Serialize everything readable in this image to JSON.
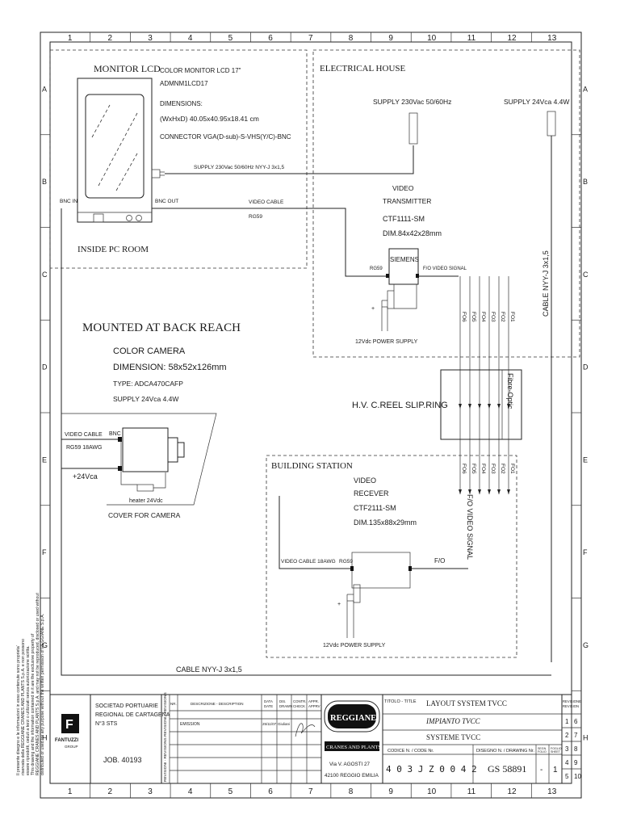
{
  "grid": {
    "columns": [
      "1",
      "2",
      "3",
      "4",
      "5",
      "6",
      "7",
      "8",
      "9",
      "10",
      "11",
      "12",
      "13"
    ],
    "rows": [
      "A",
      "B",
      "C",
      "D",
      "E",
      "F",
      "G",
      "H"
    ]
  },
  "monitor": {
    "title": "MONITOR LCD",
    "desc": [
      "COLOR MONITOR LCD 17\"",
      "ADMNM1LCD17",
      "DIMENSIONS:",
      "(WxHxD) 40.05x40.95x18.41 cm",
      "CONNECTOR VGA(D-sub)-S-VHS(Y/C)-BNC"
    ],
    "supply": "SUPPLY 230Vac 50/60Hz NYY-J 3x1,5",
    "bnc_in": "BNC IN",
    "bnc_out": "BNC OUT",
    "room": "INSIDE PC ROOM"
  },
  "electrical_house": {
    "title": "ELECTRICAL HOUSE",
    "supply_230": "SUPPLY 230Vac 50/60Hz",
    "supply_24": "SUPPLY 24Vca 4.4W",
    "video_cable": "VIDEO CABLE",
    "rg59": "RG59",
    "transmitter": [
      "VIDEO",
      "TRANSMITTER",
      "CTF1111-SM",
      "DIM.84x42x28mm"
    ],
    "siemens": "SIEMENS",
    "rg59_b": "RG59",
    "fo_video": "F/O VIDEO SIGNAL",
    "power": "12Vdc POWER SUPPLY",
    "fibres": [
      "FO6",
      "FO5",
      "FO4",
      "FO3",
      "FO2",
      "FO1"
    ],
    "cable_vert": "CABLE NYY-J 3x1,5"
  },
  "camera": {
    "title": "MOUNTED AT BACK REACH",
    "desc": [
      "COLOR CAMERA",
      "DIMENSION: 58x52x126mm",
      "TYPE: ADCA470CAFP",
      "SUPPLY 24Vca 4.4W"
    ],
    "video_cable": "VIDEO CABLE",
    "rg59": "RG59 18AWG",
    "bnc": "BNC",
    "supply": "+24Vca",
    "heater": "heater 24Vdc",
    "cover": "COVER FOR CAMERA"
  },
  "slipring": {
    "label": "H.V. C.REEL SLIP.RING",
    "fibre": "Fibre-Optic"
  },
  "building": {
    "title": "BUILDING STATION",
    "receiver": [
      "VIDEO",
      "RECEVER",
      "CTF2111-SM",
      "DIM.135x88x29mm"
    ],
    "video_cable": "VIDEO CABLE 18AWG",
    "rg59": "RG59",
    "fo": "F/O",
    "fo_vert": "F/O VIDEO SIGNAL",
    "fibres": [
      "FO6",
      "FO5",
      "FO4",
      "FO3",
      "FO2",
      "FO1"
    ],
    "power": "12Vdc POWER SUPPLY"
  },
  "bottom_cable": "CABLE NYY-J 3x1,5",
  "side_note": [
    "Il presente disegno e le informazioni in esso contenute sono proprieta'",
    "riservata della REGGIANE CRANES AND PLANTS S.p.A. e non possono",
    "essere riprodotti, ceduti a terzi o utilizzati senza autorizzazione scritta.",
    "This drawing and the information contained in it are the exclusive property of",
    "REGGIANE CRANES AND PLANTS S.p.A. and may not be reproduced, disclosed or used without",
    "distributed or used for any purpose without the written permission of REGGIANE S.p.A."
  ],
  "title_block": {
    "client": [
      "SOCIETAD PORTUARIE",
      "REGIONAL DE CARTAGENA",
      "N°3 STS"
    ],
    "job": "JOB. 40193",
    "logo_text": [
      "FANTUZZI",
      "GROUP"
    ],
    "rev_label": "REVISIONI - REVISIONS",
    "nr": "NR.",
    "desc_header": "DESCRIZIONE - DESCRIPTION",
    "data": [
      "DATA",
      "DATE"
    ],
    "dis": [
      "DIS.",
      "DRAWN"
    ],
    "contr": [
      "CONTR.",
      "CHECK"
    ],
    "appr": [
      "APPR.",
      "APPRV"
    ],
    "rev_row": {
      "desc": "EMISSION",
      "date": "25/11/07",
      "drawn": "Giuliani"
    },
    "brand": "REGGIANE",
    "brand_sub": "CRANES AND PLANTS",
    "address": [
      "Via V. AGOSTI 27",
      "42100 REGGIO EMILIA"
    ],
    "titolo": "TITOLO - TITLE",
    "titles": [
      "LAYOUT SYSTEM TVCC",
      "IMPIANTO TVCC",
      "SYSTEME TVCC"
    ],
    "codice_label": "CODICE N. / CODE Nr.",
    "codice": "4 0 3 J Z 0 0 4 2",
    "disegno_label": "DISEGNO N. / DRAWING Nr.",
    "disegno": "GS 58891",
    "sheet_label": [
      "SEGN.",
      "FOLIO"
    ],
    "folio_label": [
      "FOGLIO",
      "SHEET"
    ],
    "sheet": "-",
    "sheet_count": "1",
    "rev_table_label": [
      "REVISIONE",
      "REVISION"
    ],
    "rev_numbers": [
      [
        "1",
        "6"
      ],
      [
        "2",
        "7"
      ],
      [
        "3",
        "8"
      ],
      [
        "4",
        "9"
      ],
      [
        "5",
        "10"
      ]
    ]
  }
}
